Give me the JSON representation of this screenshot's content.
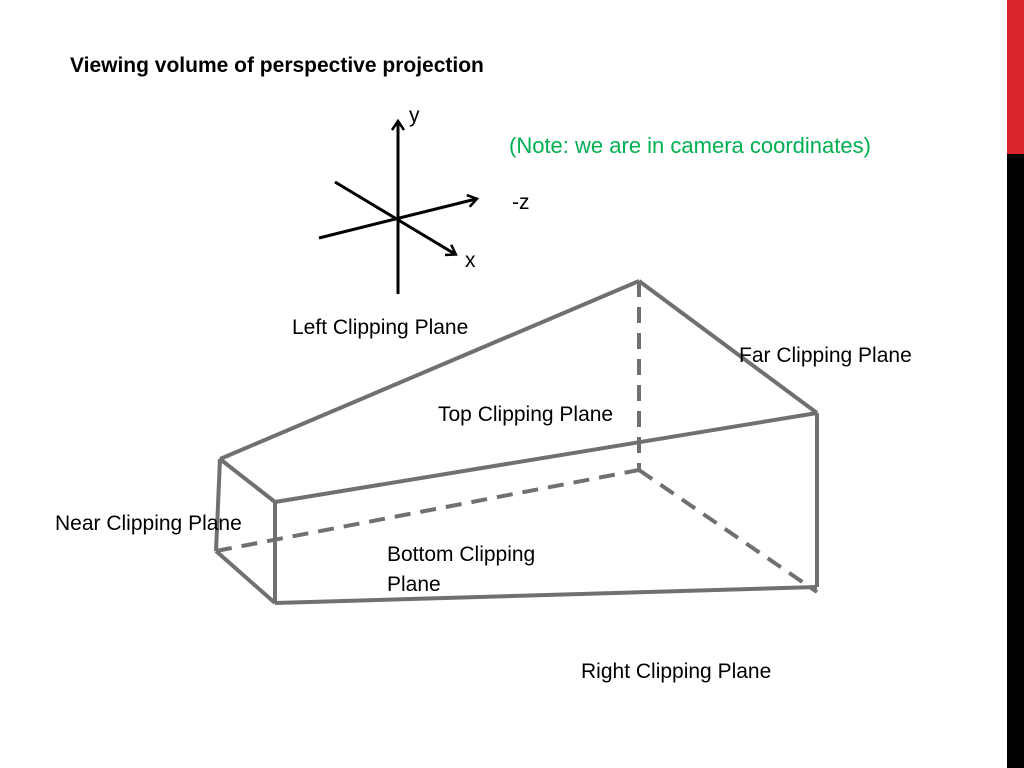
{
  "slide": {
    "title": "Viewing volume of perspective projection",
    "note": "(Note: we are in camera coordinates)",
    "note_color": "#00b050"
  },
  "axes": {
    "y_label": "y",
    "neg_z_label": "-z",
    "x_label": "x",
    "color": "#000000"
  },
  "planes": {
    "left": "Left Clipping Plane",
    "far": "Far Clipping Plane",
    "top": "Top Clipping Plane",
    "near": "Near Clipping Plane",
    "bottom_line1": "Bottom Clipping",
    "bottom_line2": "Plane",
    "right": "Right Clipping Plane"
  },
  "frustum": {
    "edge_color": "#707070"
  },
  "accent": {
    "red": "#d9262c",
    "black": "#000000"
  }
}
